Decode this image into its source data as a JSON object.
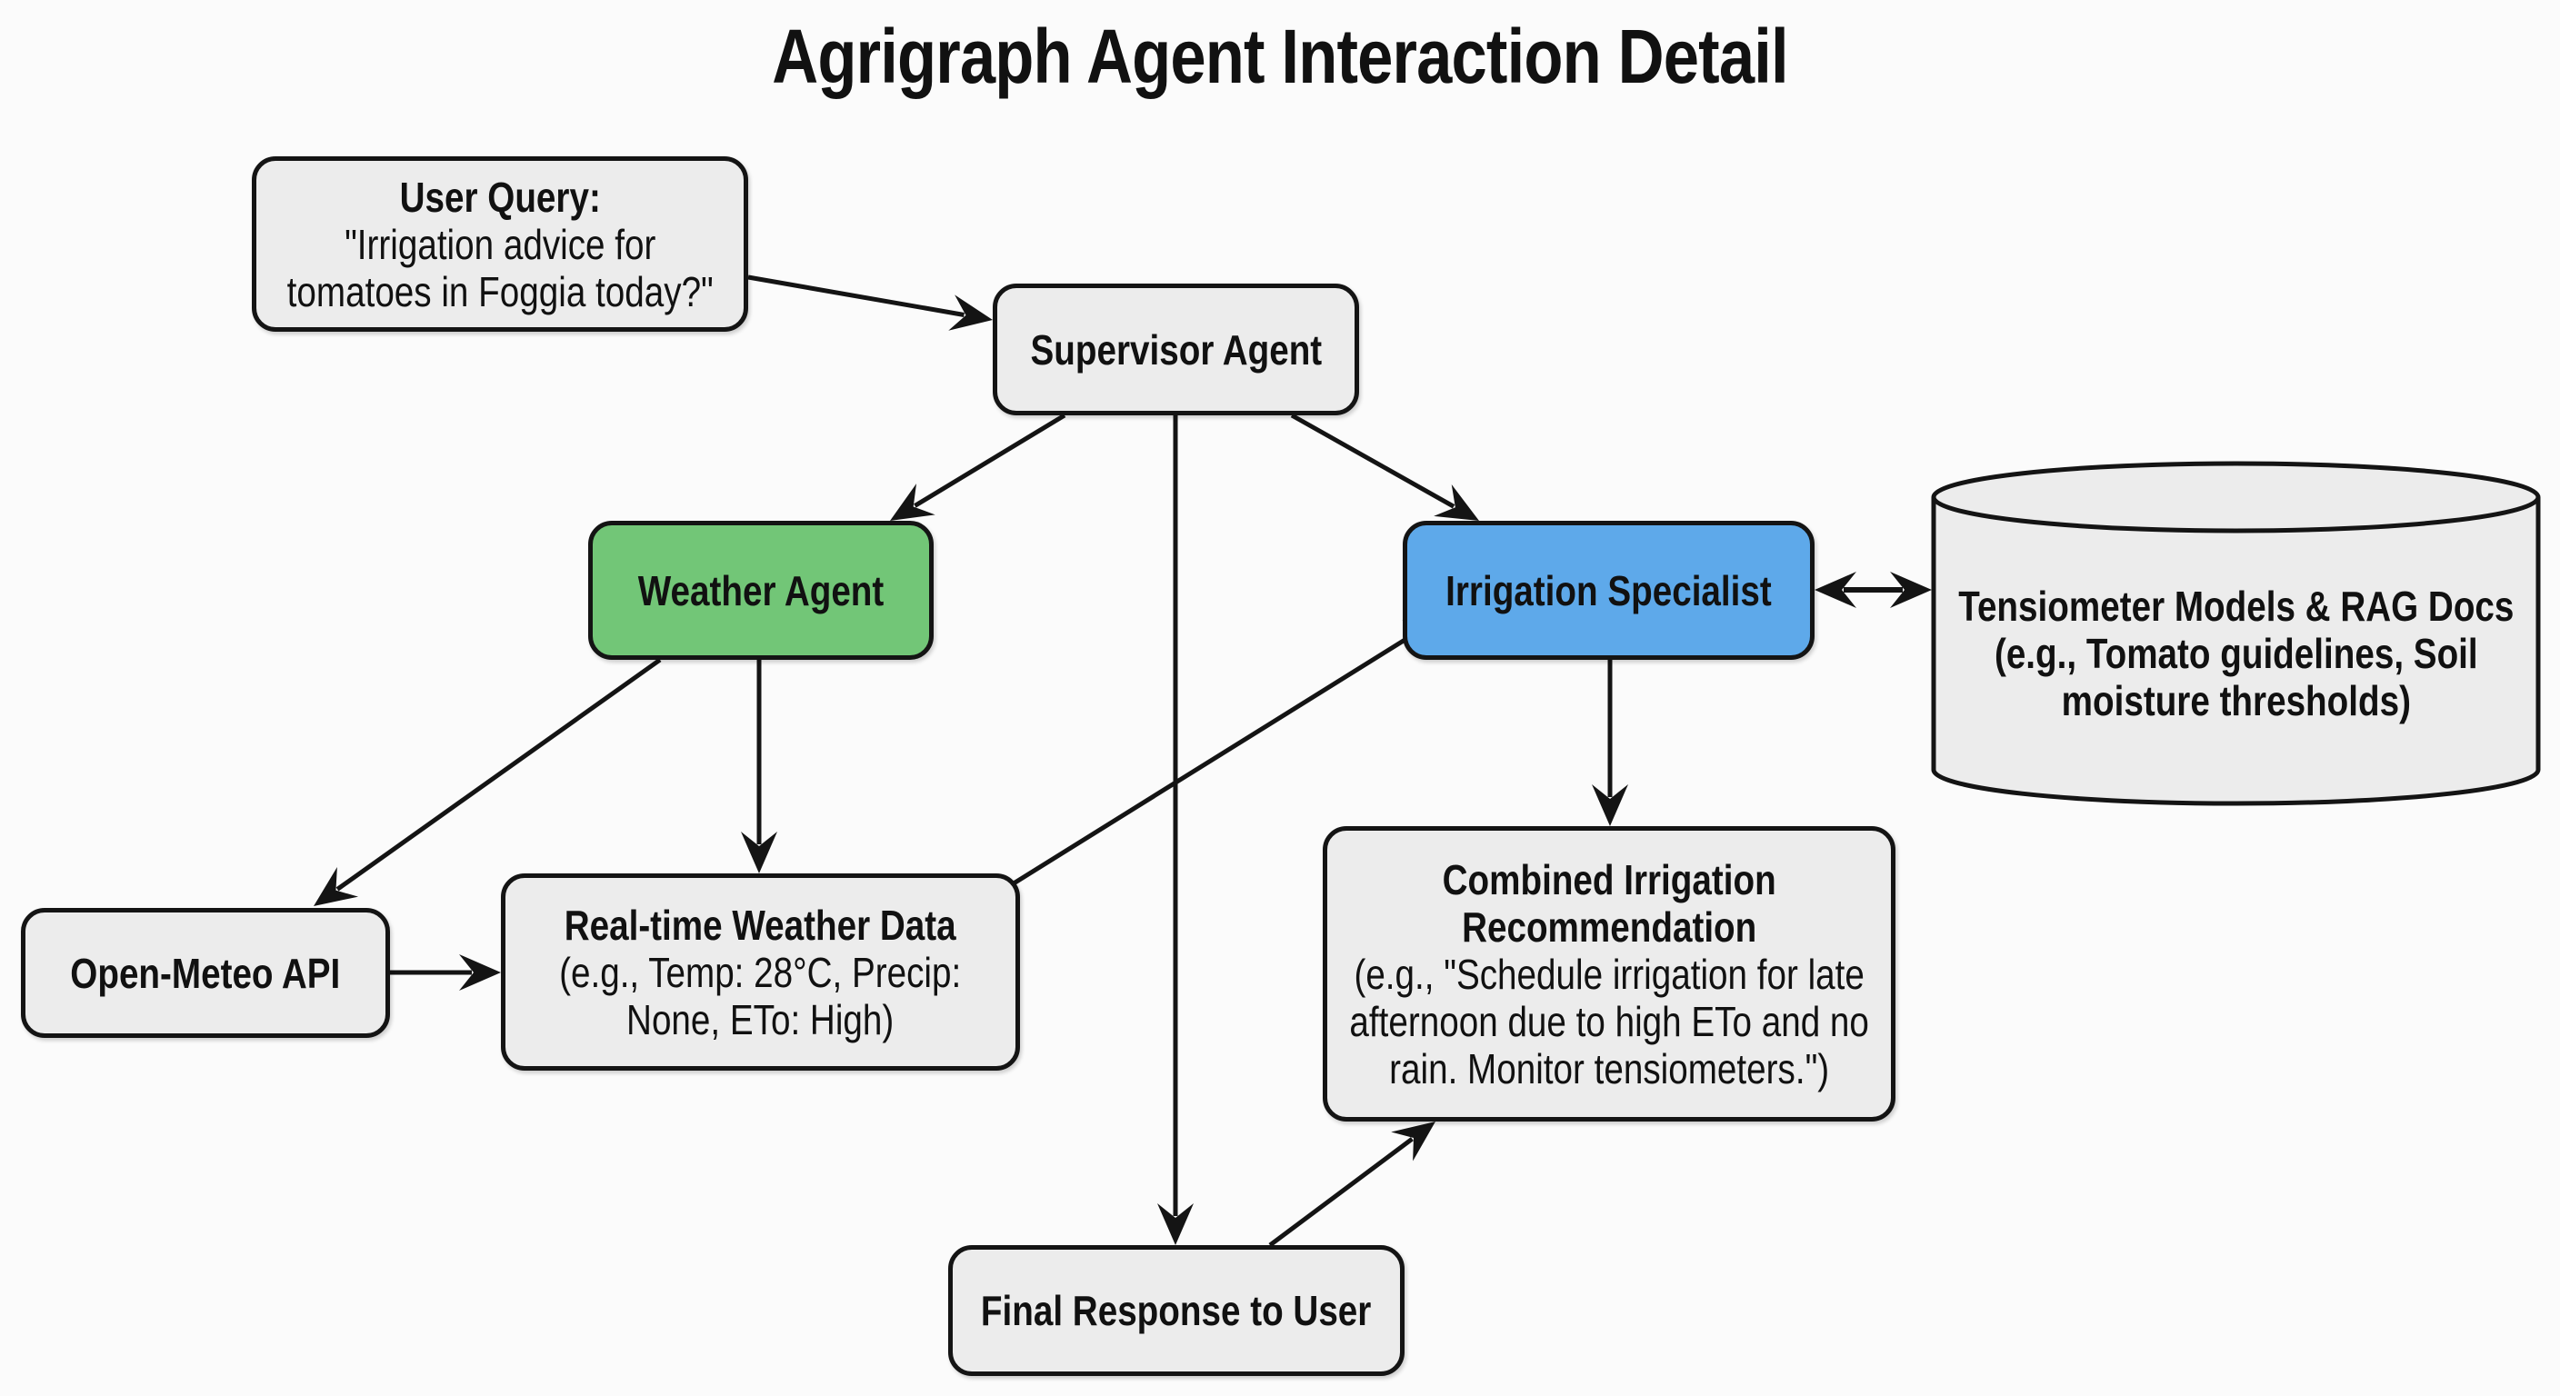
{
  "title": "Agrigraph Agent Interaction Detail",
  "colors": {
    "background": "#fbfbfb",
    "node_fill": "#ececec",
    "weather_agent_fill": "#72c677",
    "irrigation_specialist_fill": "#5ea9ea",
    "stroke": "#141414"
  },
  "nodes": {
    "user_query": {
      "heading": "User Query:",
      "lines": [
        "\"Irrigation advice for",
        "tomatoes in Foggia today?\""
      ]
    },
    "supervisor": {
      "heading": "Supervisor Agent"
    },
    "weather_agent": {
      "heading": "Weather Agent"
    },
    "irrigation_specialist": {
      "heading": "Irrigation Specialist"
    },
    "knowledge_base": {
      "lines": [
        "Tensiometer Models & RAG Docs",
        "(e.g., Tomato guidelines, Soil",
        "moisture thresholds)"
      ],
      "shape": "cylinder"
    },
    "open_meteo": {
      "heading": "Open-Meteo API"
    },
    "realtime_weather": {
      "heading": "Real-time Weather Data",
      "lines": [
        "(e.g., Temp: 28°C, Precip:",
        "None, ETo: High)"
      ]
    },
    "combined_recommendation": {
      "heading_lines": [
        "Combined Irrigation",
        "Recommendation"
      ],
      "lines": [
        "(e.g., \"Schedule irrigation for late",
        "afternoon due to high ETo and no",
        "rain. Monitor tensiometers.\")"
      ]
    },
    "final_response": {
      "heading": "Final Response to User"
    }
  },
  "edges": [
    {
      "from": "user_query",
      "to": "supervisor",
      "direction": "forward"
    },
    {
      "from": "supervisor",
      "to": "weather_agent",
      "direction": "forward"
    },
    {
      "from": "supervisor",
      "to": "irrigation_specialist",
      "direction": "forward"
    },
    {
      "from": "supervisor",
      "to": "final_response",
      "direction": "forward"
    },
    {
      "from": "weather_agent",
      "to": "open_meteo",
      "direction": "forward"
    },
    {
      "from": "weather_agent",
      "to": "realtime_weather",
      "direction": "forward"
    },
    {
      "from": "open_meteo",
      "to": "realtime_weather",
      "direction": "forward"
    },
    {
      "from": "realtime_weather",
      "to": "irrigation_specialist",
      "direction": "forward"
    },
    {
      "from": "irrigation_specialist",
      "to": "knowledge_base",
      "direction": "both"
    },
    {
      "from": "irrigation_specialist",
      "to": "combined_recommendation",
      "direction": "forward"
    },
    {
      "from": "final_response",
      "to": "combined_recommendation",
      "direction": "forward"
    }
  ]
}
